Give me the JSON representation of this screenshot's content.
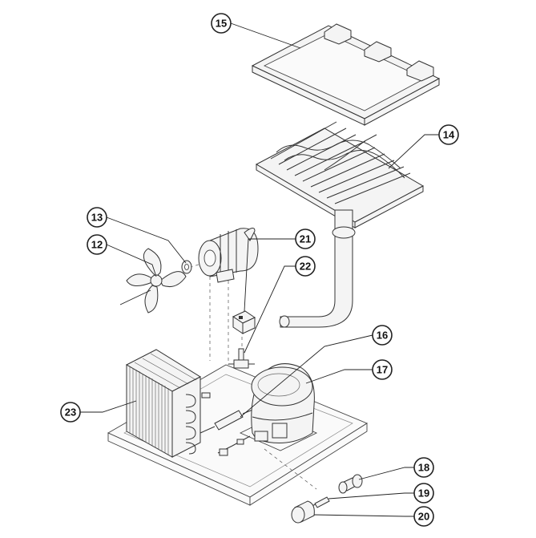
{
  "callouts": [
    {
      "id": "15",
      "label": "15"
    },
    {
      "id": "14",
      "label": "14"
    },
    {
      "id": "13",
      "label": "13"
    },
    {
      "id": "12",
      "label": "12"
    },
    {
      "id": "21",
      "label": "21"
    },
    {
      "id": "22",
      "label": "22"
    },
    {
      "id": "16",
      "label": "16"
    },
    {
      "id": "17",
      "label": "17"
    },
    {
      "id": "23",
      "label": "23"
    },
    {
      "id": "18",
      "label": "18"
    },
    {
      "id": "19",
      "label": "19"
    },
    {
      "id": "20",
      "label": "20"
    }
  ]
}
